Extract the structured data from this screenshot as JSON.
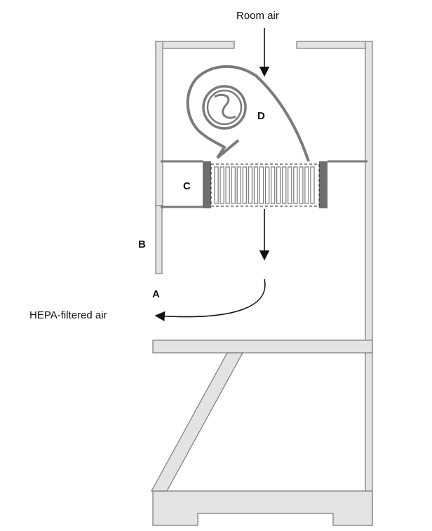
{
  "labels": {
    "room_air": "Room air",
    "hepa_filtered_air": "HEPA-filtered air",
    "a": "A",
    "b": "B",
    "c": "C",
    "d": "D"
  },
  "colors": {
    "wall_fill": "#e3e3e3",
    "wall_stroke": "#7a7a7a",
    "filter_dark": "#6e6e6e",
    "arrow": "#111111"
  },
  "icons": {
    "blower_fan": "circle-with-s-curve",
    "hepa_filter": "vertical-slat-grille"
  }
}
